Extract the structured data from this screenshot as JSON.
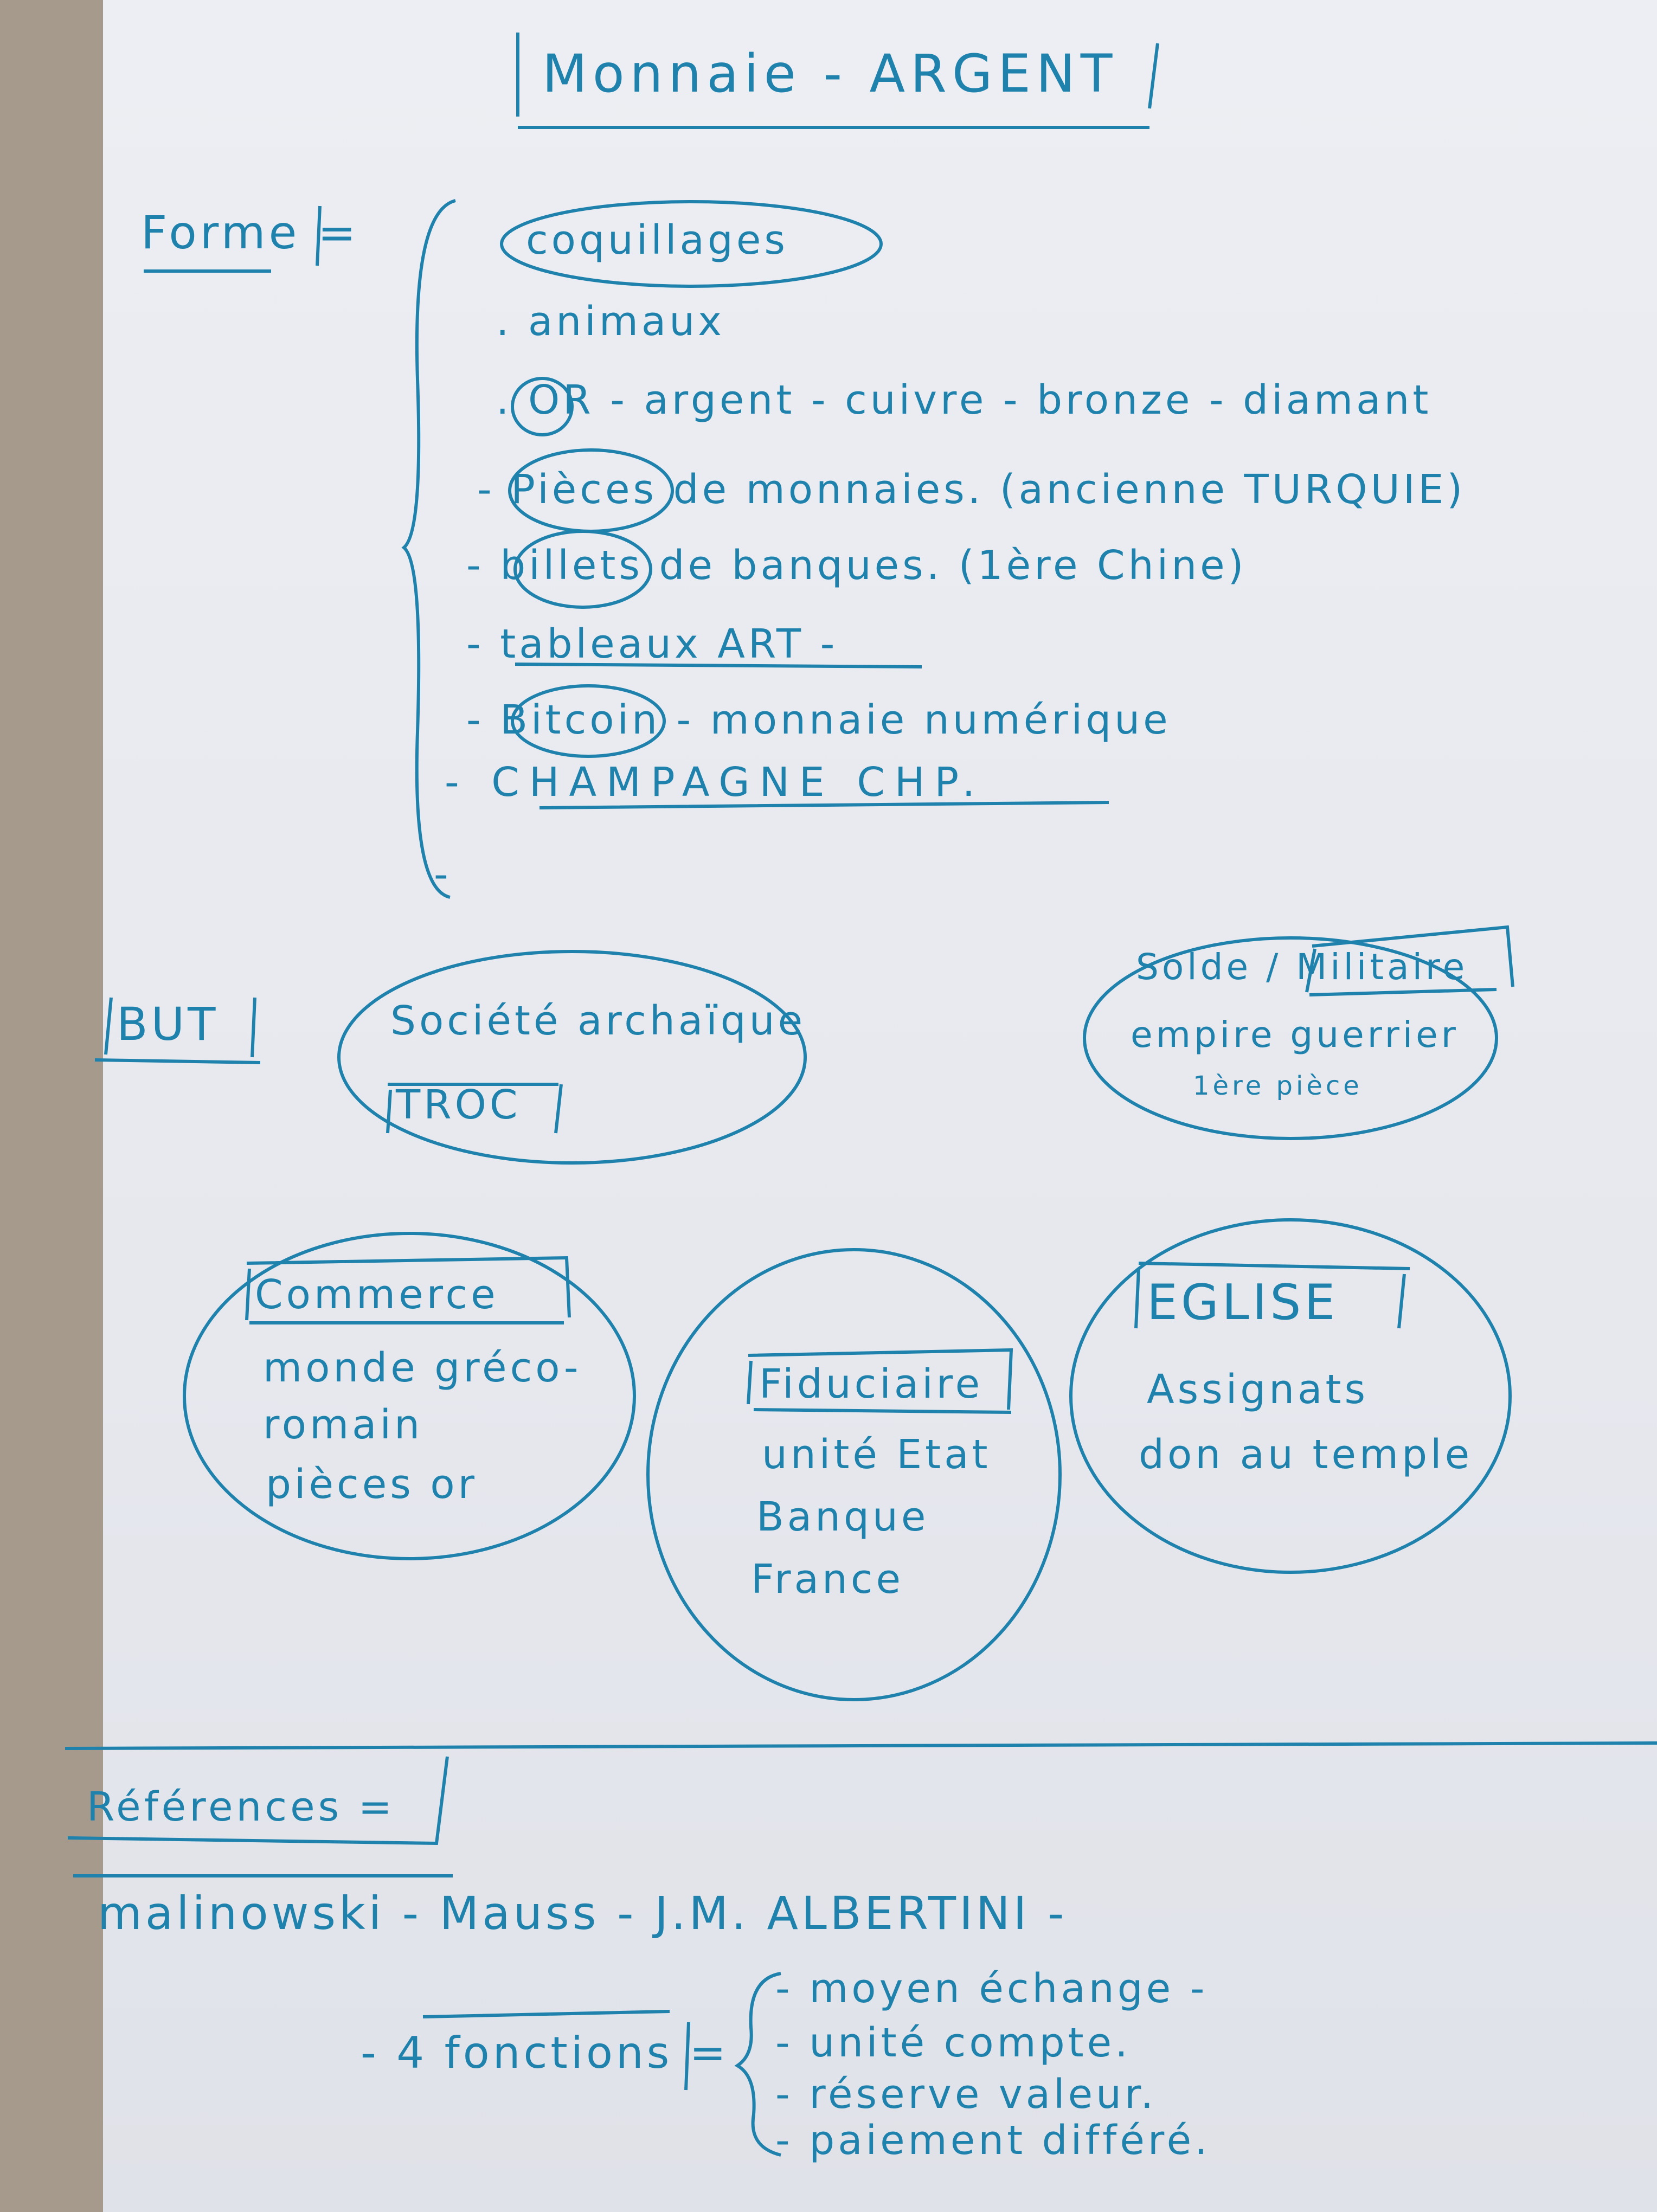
{
  "title": "Monnaie - ARGENT",
  "forme": {
    "label": "Forme =",
    "items": [
      "coquillages",
      ". animaux",
      ". OR - argent - cuivre - bronze - diamant",
      "- Pièces de monnaies. (ancienne TURQUIE)",
      "- billets de banques. (1ère Chine)",
      "- tableaux ART -",
      "- Bitcoin - monnaie numérique",
      "- CHAMPAGNE CHP.",
      "-"
    ]
  },
  "but": {
    "label": "BUT",
    "bubbles": [
      {
        "lines": [
          "Société archaïque",
          "TROC"
        ]
      },
      {
        "lines": [
          "Solde / Militaire",
          "empire guerrier",
          "1ère pièce"
        ]
      },
      {
        "lines": [
          "Commerce",
          "monde gréco-",
          "romain",
          "pièces or"
        ]
      },
      {
        "lines": [
          "Fiduciaire",
          "unité Etat",
          "Banque",
          "France"
        ]
      },
      {
        "lines": [
          "EGLISE",
          "Assignats",
          "don au temple"
        ]
      }
    ]
  },
  "references": {
    "label": "Références =",
    "authors": "malinowski - Mauss - J.M. ALBERTINI -",
    "fonctions_label": "- 4 fonctions =",
    "fonctions": [
      "- moyen échange -",
      "- unité compte.",
      "- réserve valeur.",
      "- paiement différé."
    ]
  },
  "colors": {
    "ink": "#1f82ad",
    "paper": "#e8eaf0",
    "table": "#a59a8c"
  }
}
